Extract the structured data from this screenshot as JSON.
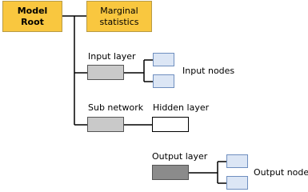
{
  "colors": {
    "root_fill": "#f9c73f",
    "input_box_fill": "#c9c9c9",
    "sub_network_fill": "#c9c9c9",
    "output_box_fill": "#8b8b8b",
    "node_fill": "#dce6f5",
    "hidden_fill": "#ffffff",
    "line": "#000000"
  },
  "root": {
    "label_line1": "Model",
    "label_line2": "Root"
  },
  "marginal": {
    "label_line1": "Marginal",
    "label_line2": "statistics"
  },
  "input_layer": {
    "label": "Input layer",
    "nodes_label": "Input nodes"
  },
  "sub_network": {
    "label": "Sub network",
    "hidden_label": "Hidden layer"
  },
  "output_layer": {
    "label": "Output layer",
    "nodes_label": "Output nodes"
  }
}
